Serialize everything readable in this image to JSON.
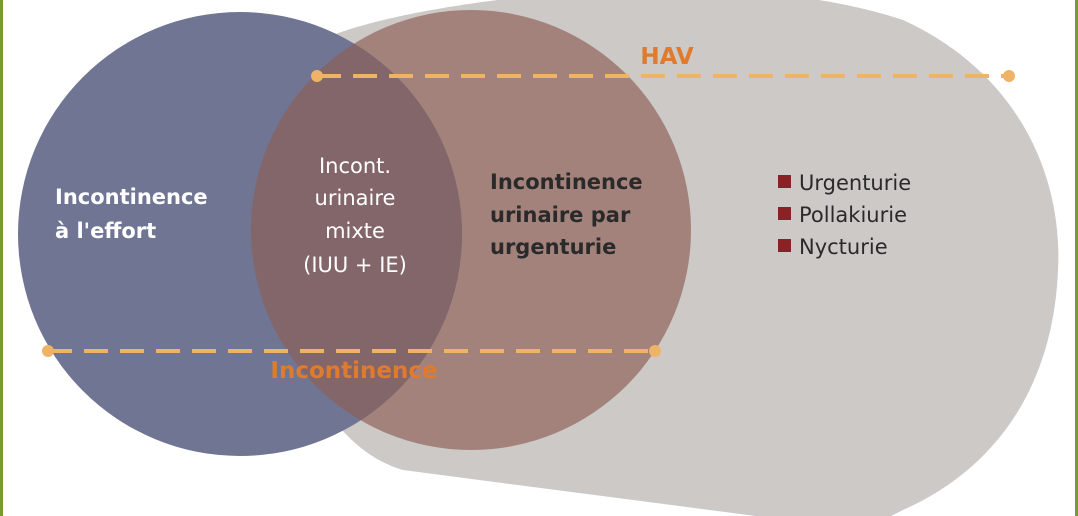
{
  "colors": {
    "effort_circle": "#6f7593",
    "urge_circle": "#a3827c",
    "overlap": "#836669",
    "hav_shape": "#ccc9c6",
    "dashed_line": "#efb366",
    "label_orange": "#e07b2e",
    "bullet": "#8b2025",
    "frame": "#7a9a3a"
  },
  "labels": {
    "hav": "HAV",
    "incontinence": "Incontinence",
    "stress": [
      "Incontinence",
      "à l'effort"
    ],
    "mixed": [
      "Incont.",
      "urinaire",
      "mixte",
      "(IUU + IE)"
    ],
    "urge": [
      "Incontinence",
      "urinaire par",
      "urgenturie"
    ]
  },
  "symptoms": [
    {
      "label": "Urgenturie"
    },
    {
      "label": "Pollakiurie"
    },
    {
      "label": "Nycturie"
    }
  ]
}
